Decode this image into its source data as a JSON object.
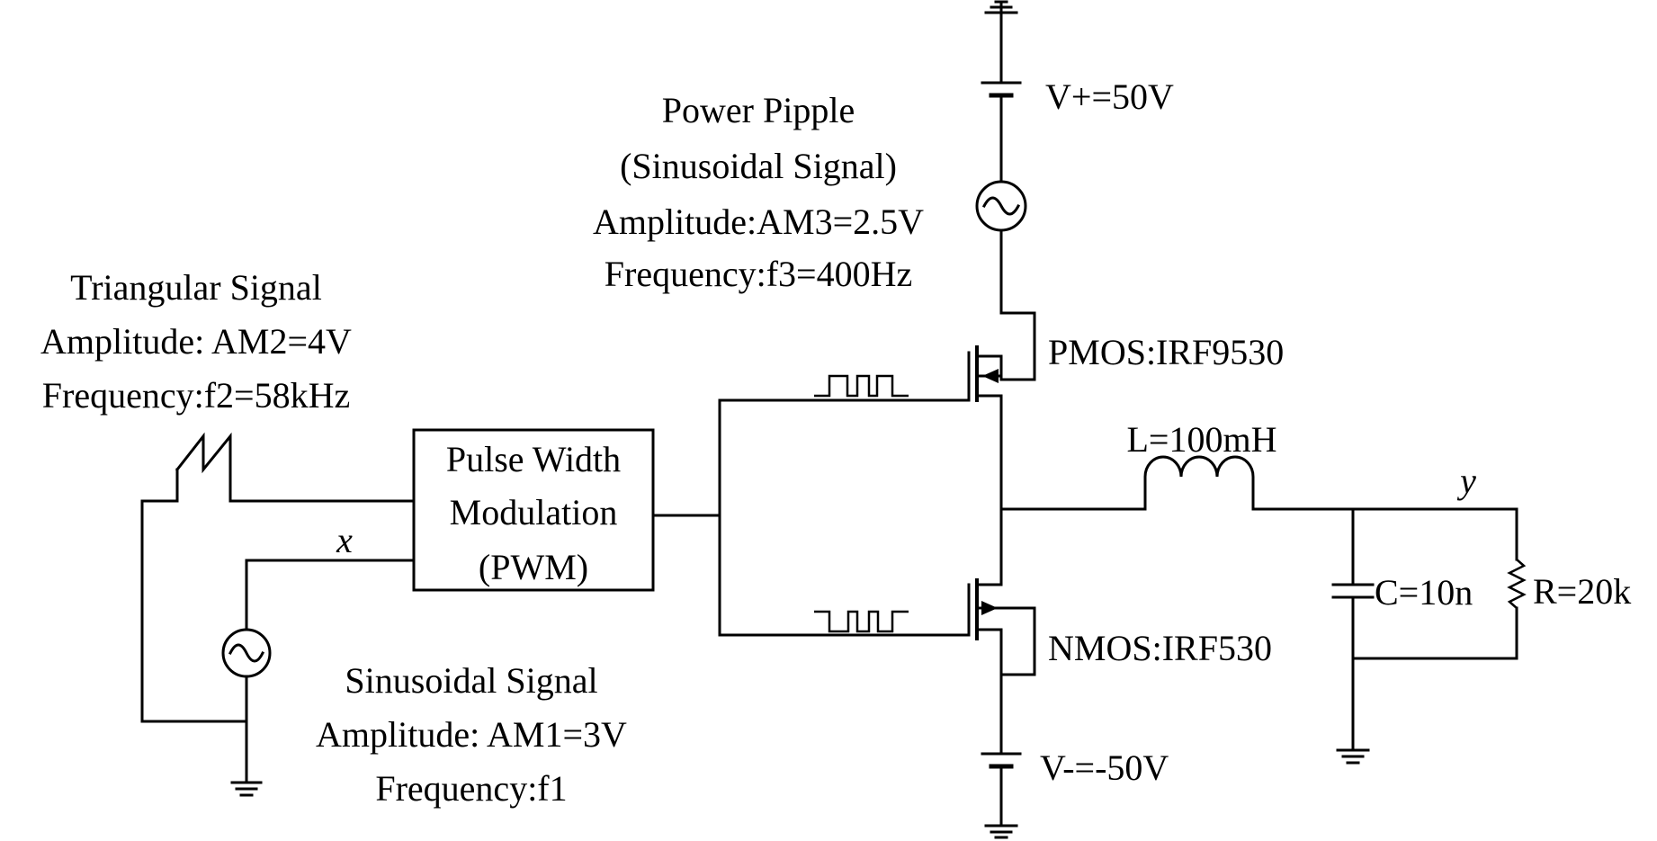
{
  "power_ripple": {
    "title": "Power Pipple",
    "type": "(Sinusoidal Signal)",
    "amplitude": "Amplitude:AM3=2.5V",
    "frequency": "Frequency:f3=400Hz"
  },
  "supply": {
    "positive": "V+=50V",
    "negative": "V-=-50V"
  },
  "triangular": {
    "title": "Triangular Signal",
    "amplitude": "Amplitude: AM2=4V",
    "frequency": "Frequency:f2=58kHz"
  },
  "pwm": {
    "line1": "Pulse Width",
    "line2": "Modulation",
    "line3": "(PWM)"
  },
  "sinusoidal": {
    "title": "Sinusoidal Signal",
    "amplitude": "Amplitude: AM1=3V",
    "frequency": "Frequency:f1"
  },
  "transistors": {
    "pmos": "PMOS:IRF9530",
    "nmos": "NMOS:IRF530"
  },
  "filter": {
    "inductor": "L=100mH",
    "capacitor": "C=10n",
    "resistor": "R=20k"
  },
  "signals": {
    "input": "x",
    "output": "y"
  }
}
